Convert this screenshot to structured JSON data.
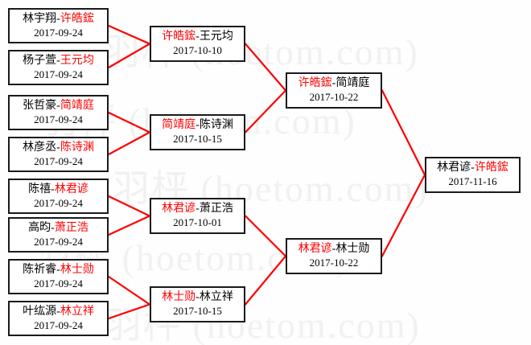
{
  "diagram": {
    "type": "single-elimination-tournament-bracket",
    "title": "",
    "line_color": "#ff0000",
    "box_border_color": "#1a1a1a",
    "winner_color": "#ff0000",
    "loser_color": "#000000",
    "separator": "-"
  },
  "watermark": {
    "text": "羽枰 (hoetom.com)",
    "color": "#f1f1f1",
    "rows": [
      "羽枰 (hoetom.com)",
      "羽枰 (hoetom.com)",
      "羽枰 (hoetom.com)",
      "羽枰 (hoetom.com)",
      "羽枰 (hoetom.com)"
    ]
  },
  "rounds": [
    {
      "name": "round-1",
      "matches": [
        {
          "id": "r1m1",
          "left": "林宇翔",
          "right": "许皓鋐",
          "winner": "right",
          "date": "2017-09-24"
        },
        {
          "id": "r1m2",
          "left": "杨子萱",
          "right": "王元均",
          "winner": "right",
          "date": "2017-09-24"
        },
        {
          "id": "r1m3",
          "left": "张哲豪",
          "right": "简靖庭",
          "winner": "right",
          "date": "2017-09-24"
        },
        {
          "id": "r1m4",
          "left": "林彦丞",
          "right": "陈诗渊",
          "winner": "right",
          "date": "2017-09-24"
        },
        {
          "id": "r1m5",
          "left": "陈禧",
          "right": "林君谚",
          "winner": "right",
          "date": "2017-09-24"
        },
        {
          "id": "r1m6",
          "left": "高昀",
          "right": "萧正浩",
          "winner": "right",
          "date": "2017-09-24"
        },
        {
          "id": "r1m7",
          "left": "陈祈睿",
          "right": "林士勋",
          "winner": "right",
          "date": "2017-09-24"
        },
        {
          "id": "r1m8",
          "left": "叶纮源",
          "right": "林立祥",
          "winner": "right",
          "date": "2017-09-24"
        }
      ]
    },
    {
      "name": "round-2",
      "matches": [
        {
          "id": "r2m1",
          "left": "许皓鋐",
          "right": "王元均",
          "winner": "left",
          "date": "2017-10-10"
        },
        {
          "id": "r2m2",
          "left": "简靖庭",
          "right": "陈诗渊",
          "winner": "left",
          "date": "2017-10-15"
        },
        {
          "id": "r2m3",
          "left": "林君谚",
          "right": "萧正浩",
          "winner": "left",
          "date": "2017-10-01"
        },
        {
          "id": "r2m4",
          "left": "林士勋",
          "right": "林立祥",
          "winner": "left",
          "date": "2017-10-15"
        }
      ]
    },
    {
      "name": "semifinal",
      "matches": [
        {
          "id": "r3m1",
          "left": "许皓鋐",
          "right": "简靖庭",
          "winner": "left",
          "date": "2017-10-22"
        },
        {
          "id": "r3m2",
          "left": "林君谚",
          "right": "林士勋",
          "winner": "left",
          "date": "2017-10-22"
        }
      ]
    },
    {
      "name": "final",
      "matches": [
        {
          "id": "r4m1",
          "left": "林君谚",
          "right": "许皓鋐",
          "winner": "right",
          "date": "2017-11-16"
        }
      ]
    }
  ]
}
